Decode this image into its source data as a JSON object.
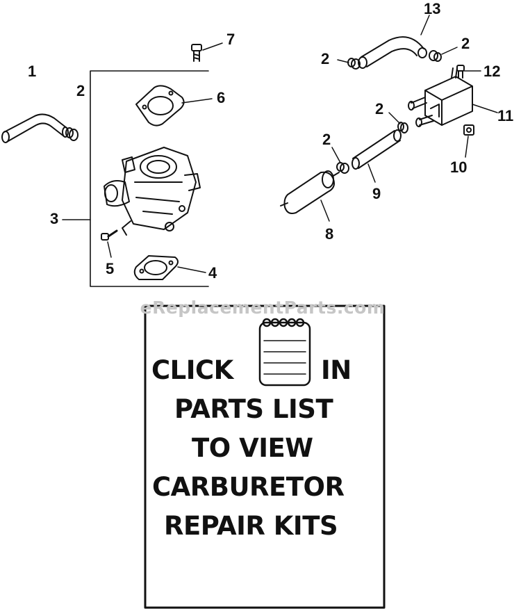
{
  "callouts": [
    {
      "id": "c1",
      "text": "1"
    },
    {
      "id": "c2a",
      "text": "2"
    },
    {
      "id": "c2b",
      "text": "2"
    },
    {
      "id": "c2c",
      "text": "2"
    },
    {
      "id": "c2d",
      "text": "2"
    },
    {
      "id": "c2e",
      "text": "2"
    },
    {
      "id": "c3",
      "text": "3"
    },
    {
      "id": "c4",
      "text": "4"
    },
    {
      "id": "c5",
      "text": "5"
    },
    {
      "id": "c6",
      "text": "6"
    },
    {
      "id": "c7",
      "text": "7"
    },
    {
      "id": "c8",
      "text": "8"
    },
    {
      "id": "c9",
      "text": "9"
    },
    {
      "id": "c10",
      "text": "10"
    },
    {
      "id": "c11",
      "text": "11"
    },
    {
      "id": "c12",
      "text": "12"
    },
    {
      "id": "c13",
      "text": "13"
    }
  ],
  "watermark": "eReplacementParts.com",
  "note": {
    "line1_left": "CLICK",
    "line1_right": "IN",
    "line2": "PARTS LIST",
    "line3": "TO VIEW",
    "line4": "CARBURETOR",
    "line5": "REPAIR KITS",
    "icon": "notepad-icon"
  },
  "colors": {
    "ink": "#111111",
    "watermark": "#c6c6c6",
    "background": "#ffffff"
  }
}
